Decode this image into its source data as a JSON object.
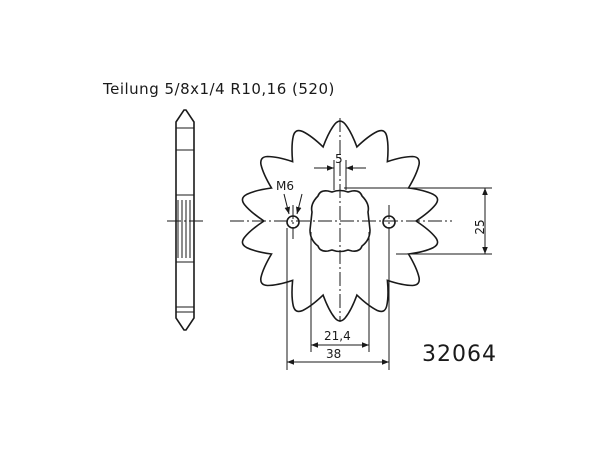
{
  "spec": {
    "pitch_label": "Teilung 5/8x1/4 R10,16 (520)"
  },
  "part_number": "32064",
  "sprocket": {
    "teeth": 14
  },
  "dimensions": {
    "slot_width": "5",
    "bolt_thread": "M6",
    "hole_offset": "25",
    "bolt_spacing": "21,4",
    "overall_width": "38"
  }
}
